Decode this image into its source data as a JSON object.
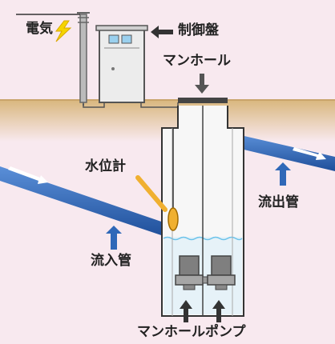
{
  "labels": {
    "electricity": "電気",
    "control_panel": "制御盤",
    "manhole": "マンホール",
    "water_level_gauge": "水位計",
    "outflow_pipe": "流出管",
    "inflow_pipe": "流入管",
    "manhole_pump": "マンホールポンプ"
  },
  "icons": {
    "lightning": "lightning-icon",
    "arrows": "arrow-icon"
  },
  "colors": {
    "background": "#f8e9ef",
    "ground": "#e0c08a",
    "pipe": "#2f68b8",
    "pump": "#8c8c8c",
    "gauge": "#f0b030",
    "water": "#8fd0ee",
    "lightning": "#f5d400"
  }
}
